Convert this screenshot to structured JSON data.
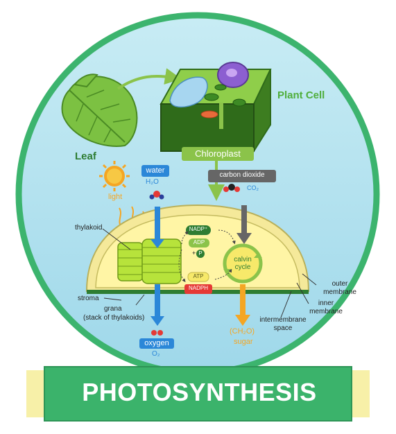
{
  "labels": {
    "plant_cell": "Plant Cell",
    "leaf": "Leaf",
    "chloroplast": "Chloroplast",
    "water": "water",
    "water_formula": "H₂O",
    "light": "light",
    "carbon_dioxide": "carbon dioxide",
    "co2_formula": "CO₂",
    "thylakoid": "thylakoid",
    "nadp_plus": "NADP⁺",
    "adp": "ADP",
    "p": "P",
    "atp": "ATP",
    "nadph": "NADPH",
    "calvin_cycle": "calvin cycle",
    "stroma": "stroma",
    "grana": "grana",
    "grana_note": "(stack of thylakoids)",
    "outer_membrane": "outer membrane",
    "inner_membrane": "inner membrane",
    "intermembrane_space": "intermembrane space",
    "oxygen": "oxygen",
    "oxygen_formula": "O₂",
    "sugar_formula": "(CH₂O)",
    "sugar": "sugar"
  },
  "title": "PHOTOSYNTHESIS",
  "colors": {
    "circle_fill": "#bfe6f0",
    "circle_border": "#3cb46e",
    "arrow_blue": "#2b87d8",
    "arrow_green": "#8bc34a",
    "arrow_gray": "#666666",
    "arrow_orange": "#f5a623",
    "chloroplast_outer": "#f5e99a",
    "chloroplast_inner": "#fff5a5",
    "grana": "#b7e33b",
    "banner_green": "#3bb36b",
    "banner_yellow": "#f7f0a8"
  }
}
